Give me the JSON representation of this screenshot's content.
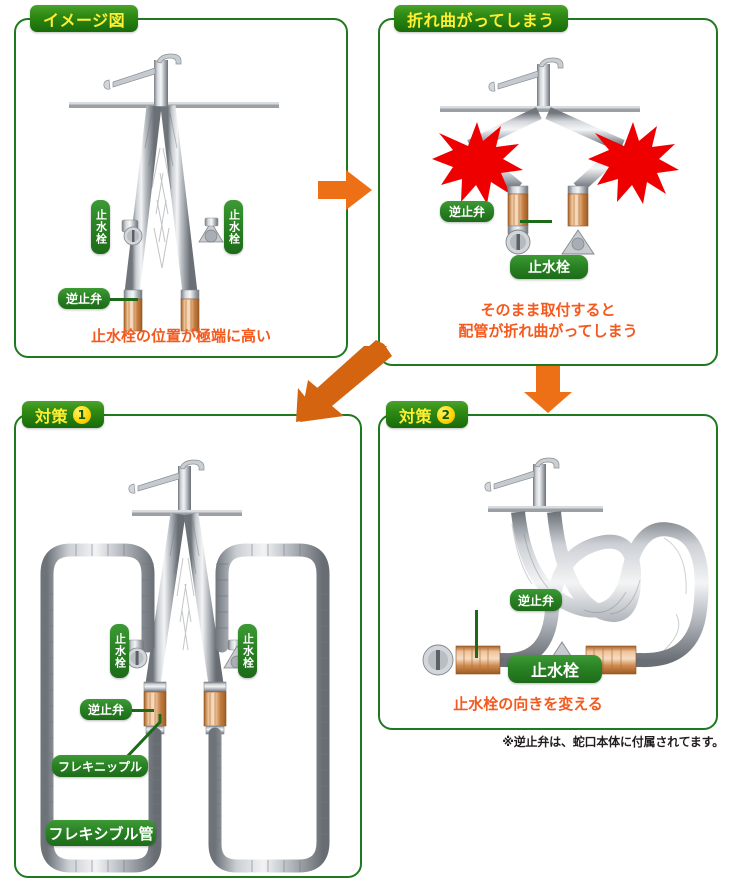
{
  "colors": {
    "panel_border": "#1f7a1f",
    "badge_text": "#ffee33",
    "badge_green_light": "#4aa32a",
    "badge_green_dark": "#176b0a",
    "pill_green": "#2a8324",
    "caption_orange": "#f4591e",
    "arrow_orange": "#ed6f16",
    "burst_red": "#ee0000",
    "metal_light": "#e9eaec",
    "metal_mid": "#9aa0a6",
    "metal_dark": "#5d6268",
    "copper_light": "#f2c9a0",
    "copper_mid": "#d08a4e",
    "copper_dark": "#a45f24",
    "footnote_black": "#231f20"
  },
  "panels": [
    {
      "id": "panel-1",
      "badge": "イメージ図",
      "badge_number": "",
      "caption": "止水栓の位置が極端に高い",
      "labels": [
        {
          "name": "stopcock-left",
          "text": "止水栓",
          "orientation": "vertical"
        },
        {
          "name": "stopcock-right",
          "text": "止水栓",
          "orientation": "vertical"
        },
        {
          "name": "check-valve",
          "text": "逆止弁",
          "orientation": "horizontal"
        }
      ]
    },
    {
      "id": "panel-2",
      "badge": "折れ曲がってしまう",
      "badge_number": "",
      "caption": "そのまま取付すると\n配管が折れ曲がってしまう",
      "labels": [
        {
          "name": "check-valve",
          "text": "逆止弁",
          "orientation": "horizontal"
        },
        {
          "name": "stopcock",
          "text": "止水栓",
          "orientation": "horizontal"
        }
      ]
    },
    {
      "id": "panel-3",
      "badge": "対策",
      "badge_number": "1",
      "caption": "",
      "labels": [
        {
          "name": "stopcock-left",
          "text": "止水栓",
          "orientation": "vertical"
        },
        {
          "name": "stopcock-right",
          "text": "止水栓",
          "orientation": "vertical"
        },
        {
          "name": "check-valve",
          "text": "逆止弁",
          "orientation": "horizontal"
        },
        {
          "name": "flexi-nipple",
          "text": "フレキニップル",
          "orientation": "horizontal"
        },
        {
          "name": "flexible-pipe",
          "text": "フレキシブル管",
          "orientation": "horizontal"
        }
      ]
    },
    {
      "id": "panel-4",
      "badge": "対策",
      "badge_number": "2",
      "caption": "止水栓の向きを変える",
      "labels": [
        {
          "name": "check-valve",
          "text": "逆止弁",
          "orientation": "horizontal"
        },
        {
          "name": "stopcock",
          "text": "止水栓",
          "orientation": "horizontal"
        }
      ]
    }
  ],
  "footnote": "※逆止弁は、蛇口本体に付属されてます。",
  "arrows": [
    {
      "name": "arrow-right",
      "direction": "right"
    },
    {
      "name": "arrow-down-left",
      "direction": "down-left"
    },
    {
      "name": "arrow-down",
      "direction": "down"
    }
  ]
}
